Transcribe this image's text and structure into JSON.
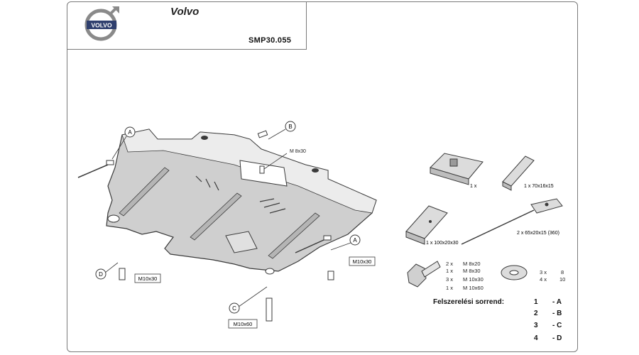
{
  "header": {
    "brand": "Volvo",
    "logo_text": "VOLVO",
    "part_code": "SMP30.055"
  },
  "callouts": {
    "a": "A",
    "b": "B",
    "c": "C",
    "d": "D"
  },
  "bolt_labels": {
    "top_m8x30": "M 8x30",
    "d_m10x30": "M10x30",
    "a_m10x30": "M10x30",
    "c_m10x60": "M10x60"
  },
  "parts": {
    "clip_qty": "1 x",
    "plate_small": "1 x 70x16x15",
    "plate_large": "1 x 100x20x30",
    "puller": "2 x 65x20x15 (360)"
  },
  "fasteners": {
    "bolts": [
      {
        "qty": "2 x",
        "size": "M 8x20"
      },
      {
        "qty": "1 x",
        "size": "M 8x30"
      },
      {
        "qty": "3 x",
        "size": "M 10x30"
      },
      {
        "qty": "1 x",
        "size": "M 10x60"
      }
    ],
    "washers": [
      {
        "qty": "3 x",
        "size": "8"
      },
      {
        "qty": "4 x",
        "size": "10"
      }
    ]
  },
  "sequence": {
    "title": "Felszerelési sorrend:",
    "steps": [
      {
        "num": "1",
        "code": "- A"
      },
      {
        "num": "2",
        "code": "- B"
      },
      {
        "num": "3",
        "code": "- C"
      },
      {
        "num": "4",
        "code": "- D"
      }
    ]
  },
  "colors": {
    "plate_fill": "#c9c9c9",
    "plate_light": "#e6e6e6",
    "line": "#3a3a3a",
    "border": "#7a7a7a"
  }
}
